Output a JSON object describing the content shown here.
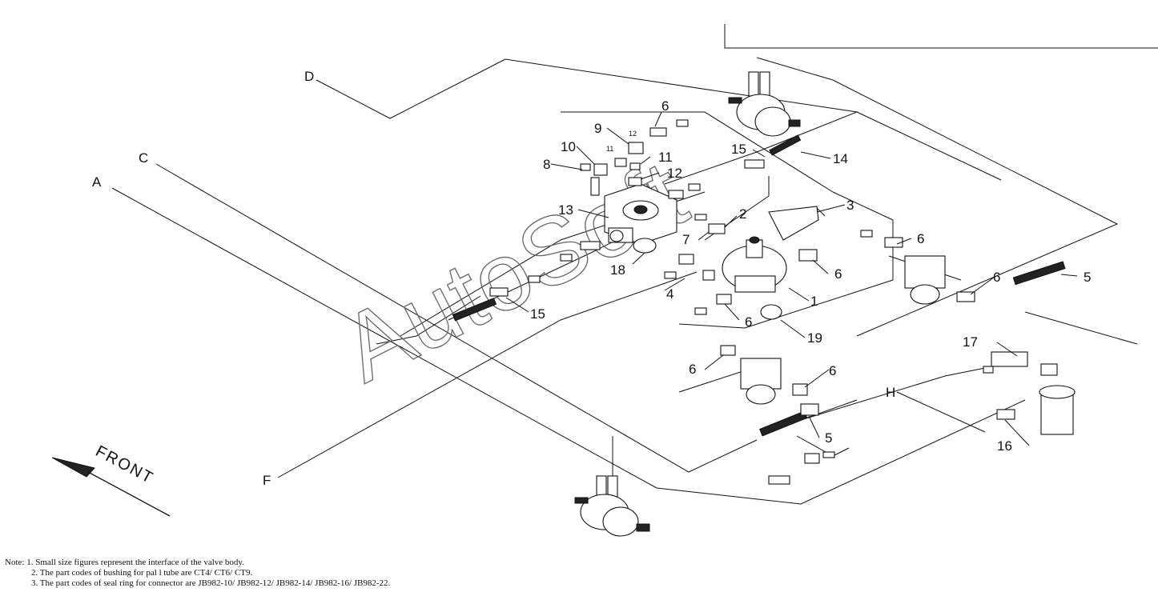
{
  "watermark": "AutoSoft",
  "front_label": "FRONT",
  "line_letters": [
    "A",
    "C",
    "D",
    "F",
    "H"
  ],
  "callouts": [
    {
      "id": "c1",
      "text": "1"
    },
    {
      "id": "c2",
      "text": "2"
    },
    {
      "id": "c3",
      "text": "3"
    },
    {
      "id": "c4",
      "text": "4"
    },
    {
      "id": "c5a",
      "text": "5"
    },
    {
      "id": "c5b",
      "text": "5"
    },
    {
      "id": "c6a",
      "text": "6"
    },
    {
      "id": "c6b",
      "text": "6"
    },
    {
      "id": "c6c",
      "text": "6"
    },
    {
      "id": "c6d",
      "text": "6"
    },
    {
      "id": "c6e",
      "text": "6"
    },
    {
      "id": "c6f",
      "text": "6"
    },
    {
      "id": "c6g",
      "text": "6"
    },
    {
      "id": "c7",
      "text": "7"
    },
    {
      "id": "c8",
      "text": "8"
    },
    {
      "id": "c9",
      "text": "9"
    },
    {
      "id": "c10",
      "text": "10"
    },
    {
      "id": "c11a",
      "text": "11"
    },
    {
      "id": "c12a",
      "text": "12"
    },
    {
      "id": "c13",
      "text": "13"
    },
    {
      "id": "c14",
      "text": "14"
    },
    {
      "id": "c15a",
      "text": "15"
    },
    {
      "id": "c15b",
      "text": "15"
    },
    {
      "id": "c16",
      "text": "16"
    },
    {
      "id": "c17",
      "text": "17"
    },
    {
      "id": "c18",
      "text": "18"
    },
    {
      "id": "c19",
      "text": "19"
    }
  ],
  "small_labels": [
    "11",
    "12"
  ],
  "notes": {
    "prefix": "Note:",
    "items": [
      "1. Small size figures represent the interface of the valve body.",
      "2. The part codes of bushing for pal l tube are CT4/ CT6/ CT9.",
      "3. The part codes of seal ring for connector are JB982-10/ JB982-12/ JB982-14/ JB982-16/ JB982-22."
    ]
  }
}
